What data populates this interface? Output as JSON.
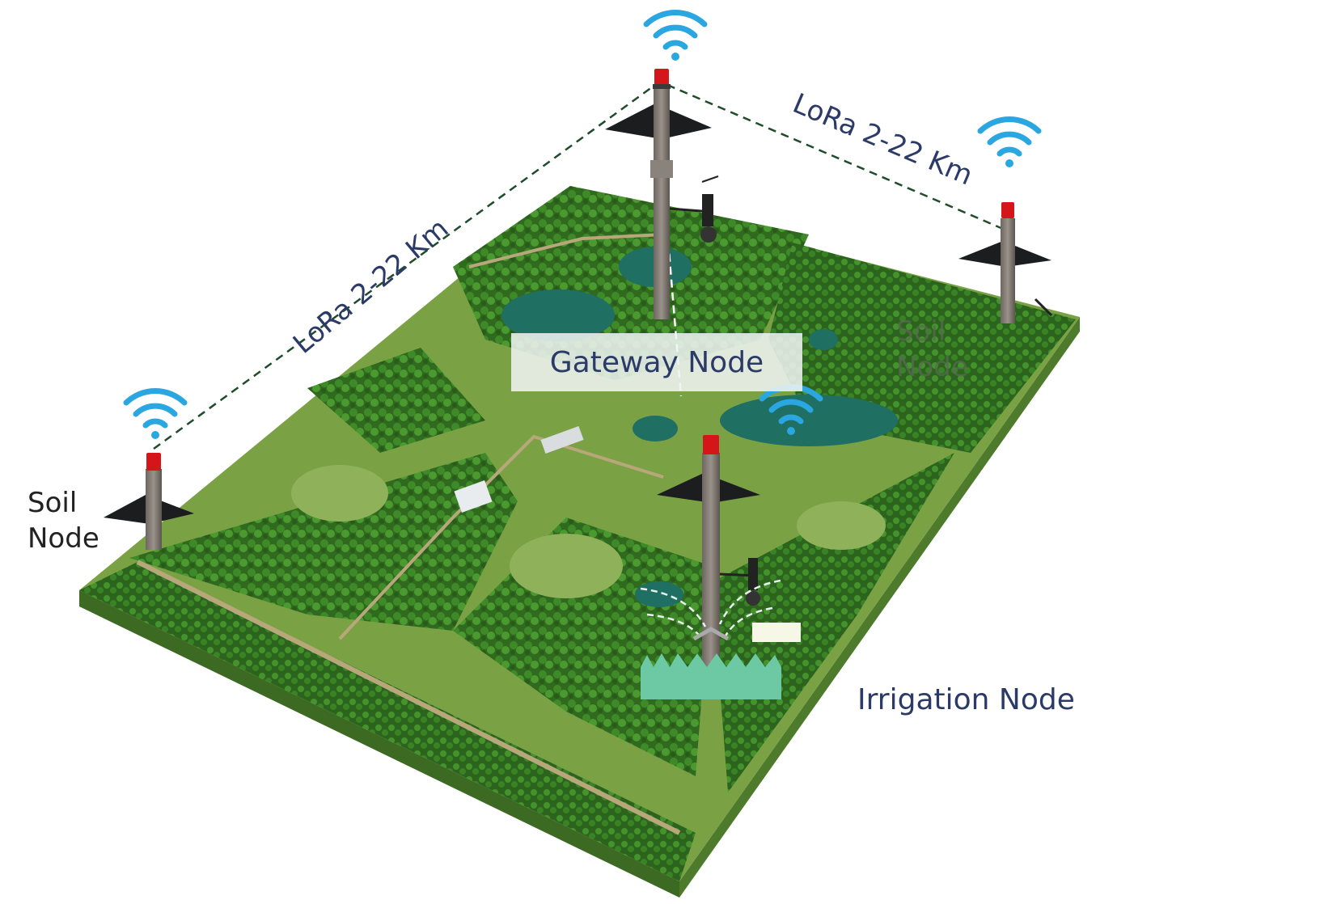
{
  "labels": {
    "lora_left": "LoRa 2-22 Km",
    "lora_right": "LoRa 2-22 Km",
    "gateway": "Gateway Node",
    "soil_left": "Soil\nNode",
    "soil_right": "Soil\nNode",
    "irrigation": "Irrigation Node"
  },
  "icons": [
    "wifi-icon",
    "solar-panel-icon",
    "weather-station-icon",
    "sprinkler-icon"
  ],
  "colors": {
    "link_line": "#1f4d2b",
    "wifi": "#2aa6e0",
    "text": "#2b3a67",
    "terrain_grass": "#6f9a3c",
    "forest": "#2f6a1f",
    "water": "#1f6f62",
    "beacon": "#d4161b"
  }
}
